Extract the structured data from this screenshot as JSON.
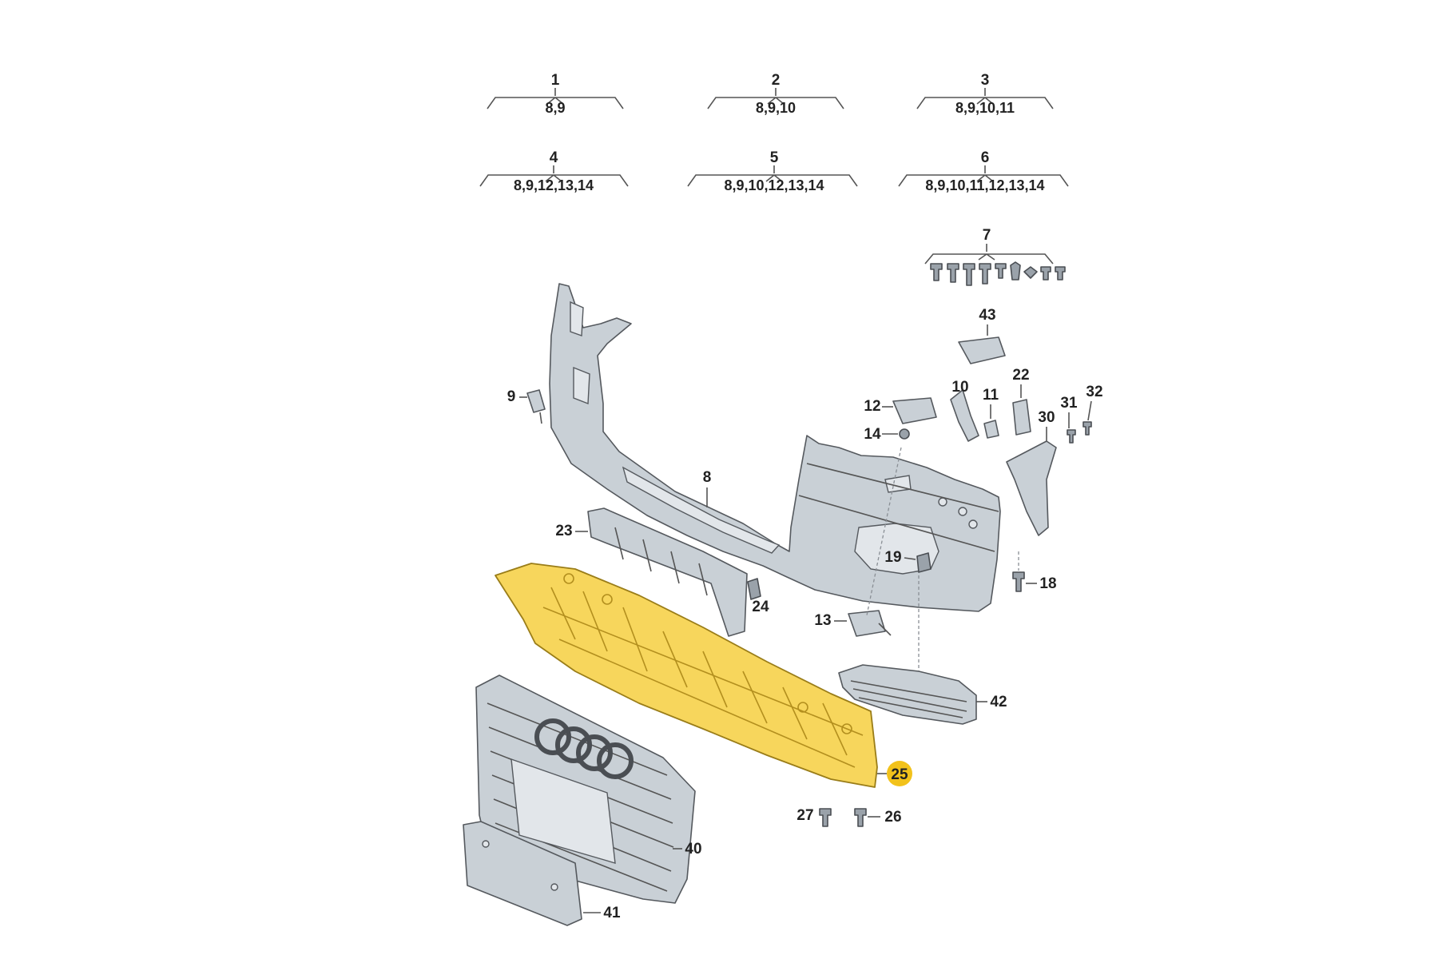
{
  "groups": [
    {
      "title": "1",
      "items": "8,9"
    },
    {
      "title": "2",
      "items": "8,9,10"
    },
    {
      "title": "3",
      "items": "8,9,10,11"
    },
    {
      "title": "4",
      "items": "8,9,12,13,14"
    },
    {
      "title": "5",
      "items": "8,9,10,12,13,14"
    },
    {
      "title": "6",
      "items": "8,9,10,11,12,13,14"
    }
  ],
  "fastener_set_label": "7",
  "labels": {
    "p8": "8",
    "p9": "9",
    "p10": "10",
    "p11": "11",
    "p12": "12",
    "p13": "13",
    "p14": "14",
    "p18": "18",
    "p19": "19",
    "p22": "22",
    "p23": "23",
    "p24": "24",
    "p25": "25",
    "p26": "26",
    "p27": "27",
    "p30": "30",
    "p31": "31",
    "p32": "32",
    "p40": "40",
    "p41": "41",
    "p42": "42",
    "p43": "43"
  },
  "highlighted_part": "25",
  "colors": {
    "highlight_fill": "#f7d65c",
    "highlight_badge": "#f2c21b",
    "part_fill": "#c9d0d6",
    "line": "#555555"
  }
}
